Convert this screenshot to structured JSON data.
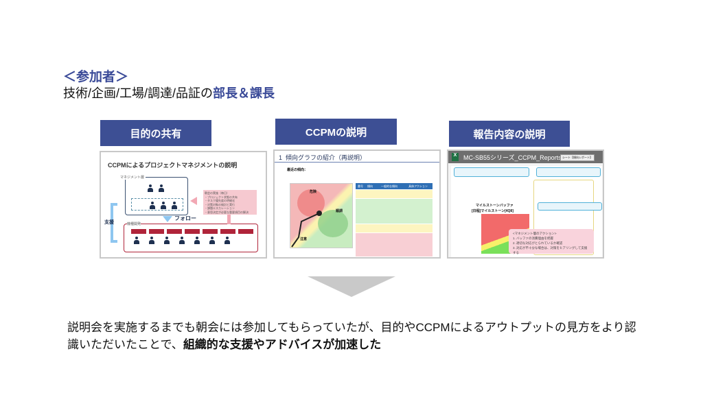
{
  "heading": {
    "title": "＜参加者＞",
    "participants_prefix": "技術/企画/工場/調達/品証の",
    "participants_highlight": "部長＆課長"
  },
  "sections": [
    {
      "label": "目的の共有",
      "thumb_title": "CCPMによるプロジェクトマネジメントの説明",
      "mgmt_label": "マネジメント層",
      "follow": "フォロー",
      "support": "支援",
      "dev_label": "機種開発",
      "meeting_title": "朝会の実施（毎日）",
      "meeting_items": [
        "・プロジェクト状態の共有",
        "・タスク優先度の明確化",
        "・対策対象の検討と実行",
        "・課題エスカレーション",
        "・意思決定が必要な重要項目の解決"
      ]
    },
    {
      "label": "CCPMの説明",
      "thumb_num": "1",
      "thumb_title": "傾向グラフの紹介（再説明）",
      "subtitle": "最近の傾向：",
      "arrows": {
        "danger": "危険",
        "good": "順調",
        "caution": "注意"
      },
      "table_headers": [
        "番号",
        "傾向",
        "一般的な傾向",
        "具体アクション"
      ]
    },
    {
      "label": "報告内容の説明",
      "thumb_title": "MC-SB55シリーズ_CCPM_Reports",
      "sheet_button": "シート【傾向レポート】",
      "chart_title": "マイルストーンバッファ",
      "chart_subtitle": "[日程]マイルストーン[4Q8]",
      "actions_title": "<マネジメント層のアクション>",
      "actions": [
        "1. バッファの消費理由を把握",
        "2. 適切な対応がとられているか確認",
        "3. 対応が不十分な場合は、対策をヒアリングして支援する"
      ]
    }
  ],
  "conclusion": {
    "text": "説明会を実施するまでも朝会には参加してもらっていたが、目的やCCPMによるアウトプットの見方をより認識いただいたことで、",
    "highlight": "組織的な支援やアドバイスが加速した"
  },
  "colors": {
    "accent": "#3a4a98",
    "header_bg": "#3d4f94",
    "arrow": "#c9c9c9"
  }
}
